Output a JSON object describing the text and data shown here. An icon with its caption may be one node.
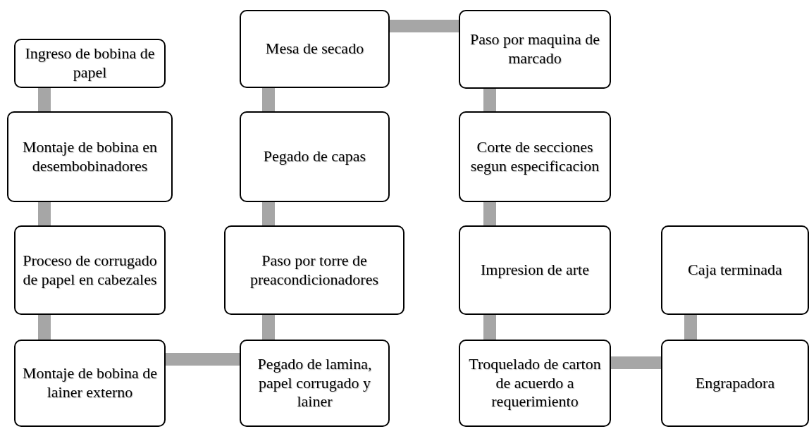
{
  "diagram": {
    "nodes": [
      {
        "text": [
          "Ingreso de bobina de papel"
        ]
      },
      {
        "text": [
          "Montaje de bobina en desembobinadores"
        ]
      },
      {
        "text": [
          "Proceso de corrugado de papel en cabezales"
        ]
      },
      {
        "text": [
          "Montaje de bobina de lainer externo"
        ]
      },
      {
        "text": [
          "Pegado de lamina, papel corrugado y lainer"
        ]
      },
      {
        "text": [
          "Paso por torre de preacondicionadores"
        ]
      },
      {
        "text": [
          "Pegado de capas"
        ]
      },
      {
        "text": [
          "Mesa de secado"
        ]
      },
      {
        "text": [
          "Paso por maquina de marcado"
        ]
      },
      {
        "text": [
          "Corte de secciones segun especificacion"
        ]
      },
      {
        "text": [
          "Impresion de arte"
        ]
      },
      {
        "text": [
          "Troquelado de carton de acuerdo a requerimiento"
        ]
      },
      {
        "text": [
          "Engrapadora"
        ]
      },
      {
        "text": [
          "Caja terminada"
        ]
      }
    ],
    "edges": [
      {
        "from": 0,
        "to": 1,
        "arrow": "none"
      },
      {
        "from": 1,
        "to": 2,
        "arrow": "none"
      },
      {
        "from": 2,
        "to": 3,
        "arrow": "none"
      },
      {
        "from": 3,
        "to": 4,
        "arrow": "none"
      },
      {
        "from": 4,
        "to": 5,
        "arrow": "none"
      },
      {
        "from": 5,
        "to": 6,
        "arrow": "none"
      },
      {
        "from": 6,
        "to": 7,
        "arrow": "none"
      },
      {
        "from": 7,
        "to": 8,
        "arrow": "none"
      },
      {
        "from": 8,
        "to": 9,
        "arrow": "none"
      },
      {
        "from": 9,
        "to": 10,
        "arrow": "none"
      },
      {
        "from": 10,
        "to": 11,
        "arrow": "none"
      },
      {
        "from": 11,
        "to": 12,
        "arrow": "none"
      },
      {
        "from": 12,
        "to": 13,
        "arrow": "none"
      }
    ]
  }
}
